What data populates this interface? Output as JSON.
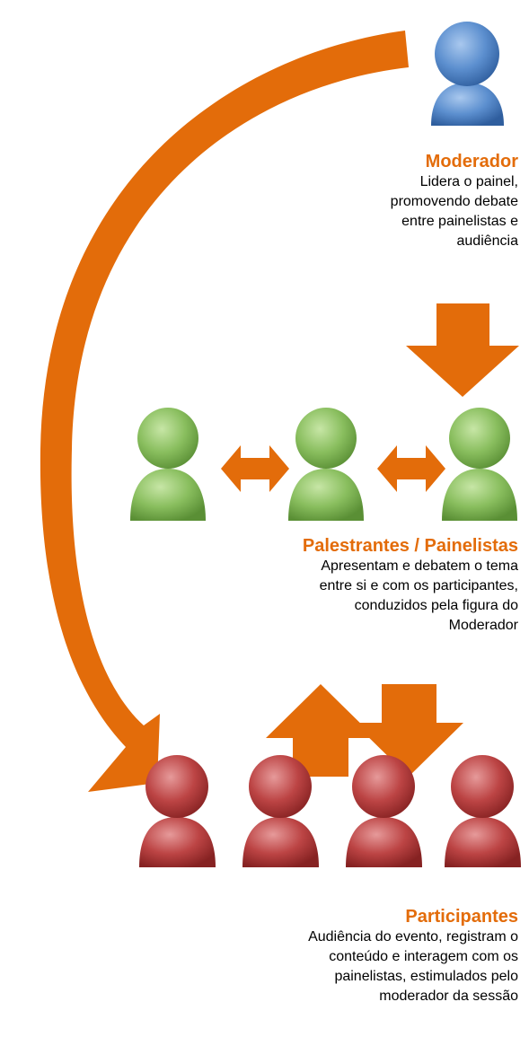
{
  "colors": {
    "accent": "#E36C0A",
    "moderator": "#4F81BD",
    "panelists": "#7DB554",
    "participants": "#B03030",
    "text": "#000000"
  },
  "moderator": {
    "icon": "person-icon",
    "title": "Moderador",
    "description": [
      "Lidera o painel,",
      "promovendo debate",
      "entre painelistas e",
      "audiência"
    ]
  },
  "panelists": {
    "icon": "person-icon",
    "count": 3,
    "title": "Palestrantes / Painelistas",
    "description": [
      "Apresentam e debatem o tema",
      "entre si e com os participantes,",
      "conduzidos pela figura do",
      "Moderador"
    ]
  },
  "participants": {
    "icon": "person-icon",
    "count": 4,
    "title": "Participantes",
    "description": [
      "Audiência do evento, registram o",
      "conteúdo e interagem com os",
      "painelistas, estimulados pelo",
      "moderador da sessão"
    ]
  },
  "arrows": [
    {
      "name": "curved-arrow-icon",
      "from": "moderator",
      "to": "participants"
    },
    {
      "name": "down-arrow-icon",
      "from": "moderator",
      "to": "panelists"
    },
    {
      "name": "double-arrow-icon",
      "between": "panelists"
    },
    {
      "name": "up-arrow-icon",
      "from": "participants",
      "to": "panelists"
    },
    {
      "name": "down-arrow-icon",
      "from": "panelists",
      "to": "participants"
    }
  ]
}
